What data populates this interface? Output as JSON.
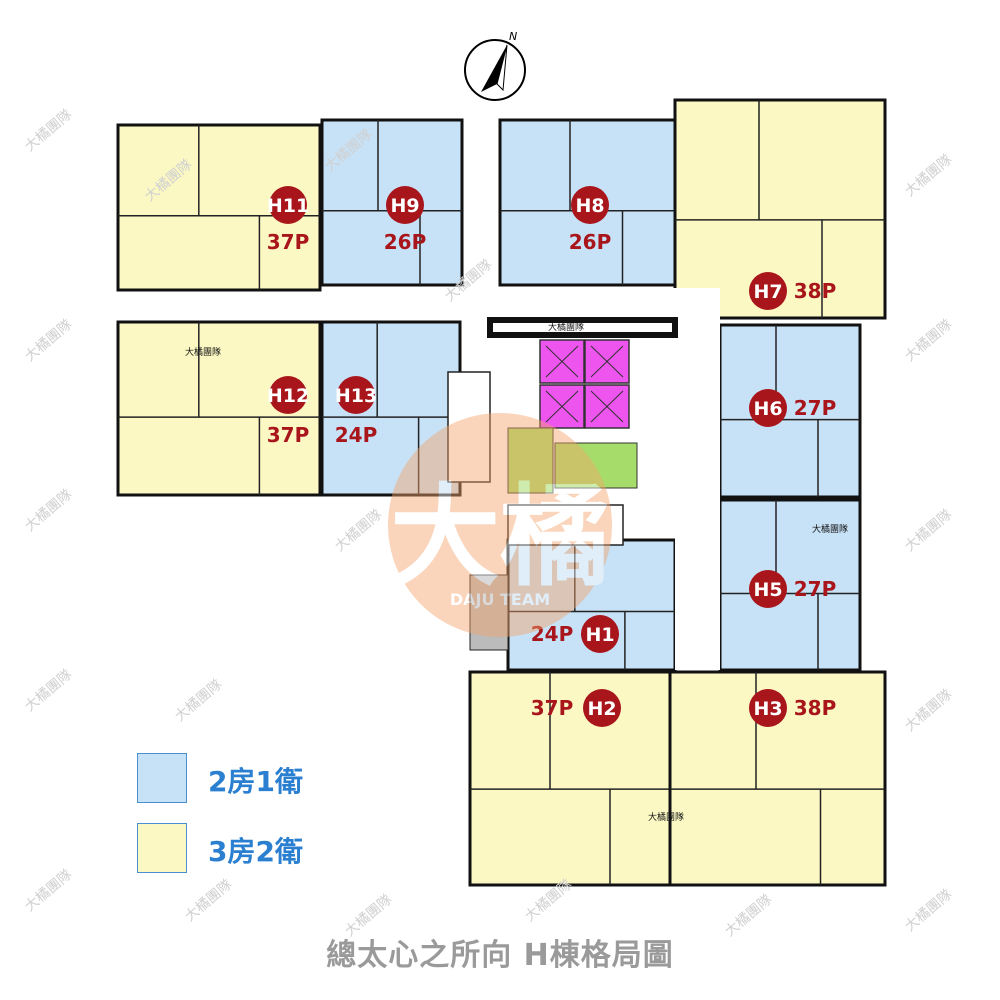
{
  "title": "總太心之所向 H棟格局圖",
  "compass": {
    "label": "N",
    "icon": "north-arrow-icon"
  },
  "colors": {
    "two_room": "#c7e1f6",
    "three_room": "#fbf8c4",
    "badge": "#a8151b",
    "elevator": "#ee55ee",
    "stairs": "#a6dd6a",
    "legend_text": "#2a7fd0",
    "title": "#9a9a9a"
  },
  "legend": [
    {
      "type": "two_room",
      "label": "2房1衛"
    },
    {
      "type": "three_room",
      "label": "3房2衛"
    }
  ],
  "units": [
    {
      "id": "H11",
      "size": "37P",
      "type": "three_room"
    },
    {
      "id": "H12",
      "size": "37P",
      "type": "three_room"
    },
    {
      "id": "H9",
      "size": "26P",
      "type": "two_room"
    },
    {
      "id": "H8",
      "size": "26P",
      "type": "two_room"
    },
    {
      "id": "H7",
      "size": "38P",
      "type": "three_room"
    },
    {
      "id": "H13",
      "size": "24P",
      "type": "two_room"
    },
    {
      "id": "H6",
      "size": "27P",
      "type": "two_room"
    },
    {
      "id": "H5",
      "size": "27P",
      "type": "two_room"
    },
    {
      "id": "H1",
      "size": "24P",
      "type": "two_room"
    },
    {
      "id": "H2",
      "size": "37P",
      "type": "three_room"
    },
    {
      "id": "H3",
      "size": "38P",
      "type": "three_room"
    }
  ],
  "watermark": {
    "text": "大橘團隊",
    "logo_main": "大橘",
    "logo_sub": "DAJU TEAM"
  },
  "plan_labels": [
    "大橘團隊",
    "大橘團隊",
    "大橘團隊",
    "大橘團隊"
  ]
}
